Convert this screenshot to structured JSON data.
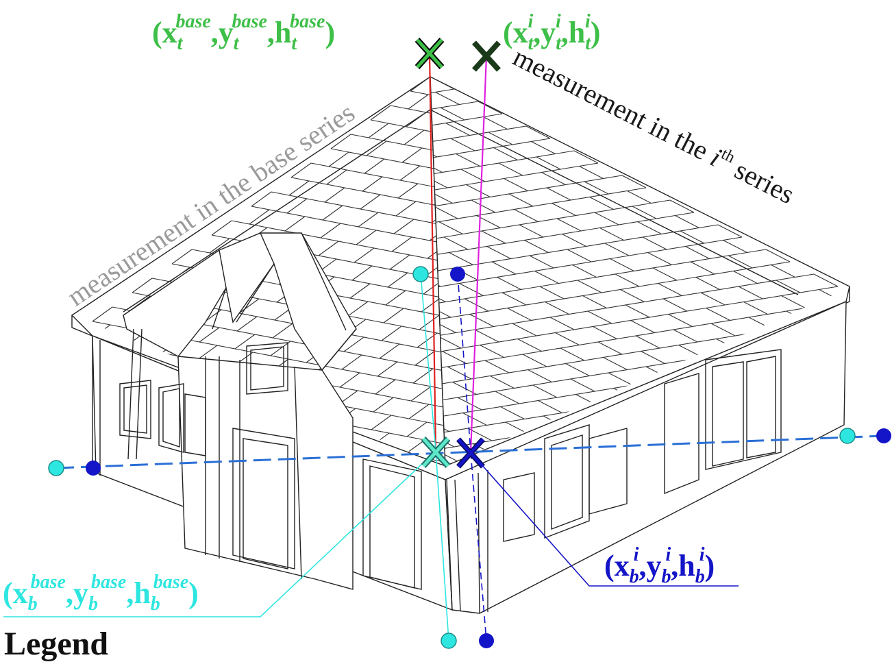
{
  "diagram": {
    "labels": {
      "base_series": "measurement in the base series",
      "ith_series_prefix": "measurement in the ",
      "ith_series_i": "i",
      "ith_series_sup": "th",
      "ith_series_suffix": " series"
    },
    "coordinates": {
      "top_base": {
        "x": "x",
        "x_sub": "t",
        "x_sup": "base",
        "y": "y",
        "y_sub": "t",
        "y_sup": "base",
        "h": "h",
        "h_sub": "t",
        "h_sup": "base"
      },
      "top_ith": {
        "x": "x",
        "x_sub": "t",
        "x_sup": "i",
        "y": "y",
        "y_sub": "t",
        "y_sup": "i",
        "h": "h",
        "h_sub": "t",
        "h_sup": "i"
      },
      "bottom_base": {
        "x": "x",
        "x_sub": "b",
        "x_sup": "base",
        "y": "y",
        "y_sub": "b",
        "y_sup": "base",
        "h": "h",
        "h_sub": "b",
        "h_sup": "base"
      },
      "bottom_ith": {
        "x": "x",
        "x_sub": "b",
        "x_sup": "i",
        "y": "y",
        "y_sub": "b",
        "y_sup": "i",
        "h": "h",
        "h_sub": "b",
        "h_sup": "i"
      }
    },
    "legend_title": "Legend",
    "colors": {
      "base_top": "#3dbf48",
      "ith_top": "#1a3a1a",
      "base_bottom": "#2ee6e0",
      "ith_bottom": "#1414c8",
      "base_line": "#e02020",
      "ith_line": "#e020e0",
      "dashed_line": "#2a6fd6",
      "base_label": "#9a9a9a",
      "ith_label": "#1a1a1a",
      "drawing": "#222222"
    }
  }
}
